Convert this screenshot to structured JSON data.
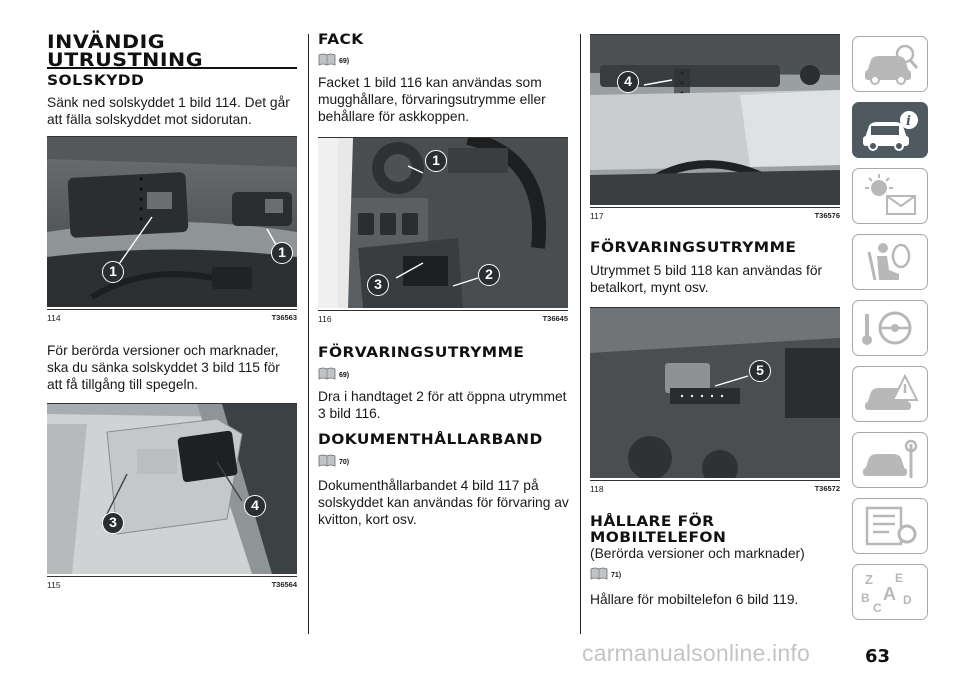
{
  "chapter_title_line1": "INVÄNDIG",
  "chapter_title_line2": "UTRUSTNING",
  "sections": {
    "solskydd": {
      "heading": "SOLSKYDD",
      "text1": "Sänk ned solskyddet 1 bild 114. Det går att fälla solskyddet mot sidorutan.",
      "text2": "För berörda versioner och marknader, ska du sänka solskyddet 3 bild 115 för att få tillgång till spegeln."
    },
    "fack": {
      "heading": "FACK",
      "ref": "69)",
      "text": "Facket 1 bild 116 kan användas som mugghållare, förvaringsutrymme eller behållare för askkoppen."
    },
    "forvaring1": {
      "heading": "FÖRVARINGSUTRYMME",
      "ref": "69)",
      "text": "Dra i handtaget 2 för att öppna utrymmet 3 bild 116."
    },
    "dokument": {
      "heading": "DOKUMENTHÅLLARBAND",
      "ref": "70)",
      "text": "Dokumenthållarbandet 4 bild 117 på solskyddet kan användas för förvaring av kvitton, kort osv."
    },
    "forvaring2": {
      "heading": "FÖRVARINGSUTRYMME",
      "text": "Utrymmet 5 bild 118 kan användas för betalkort, mynt osv."
    },
    "hallare": {
      "heading_line1": "HÅLLARE FÖR",
      "heading_line2": "MOBILTELEFON",
      "subtitle": "(Berörda versioner och marknader)",
      "ref": "71)",
      "text": "Hållare för mobiltelefon 6 bild 119."
    }
  },
  "figures": [
    {
      "number": "114",
      "code": "T36563",
      "callouts": [
        "1",
        "1"
      ]
    },
    {
      "number": "115",
      "code": "T36564",
      "callouts": [
        "3",
        "4"
      ]
    },
    {
      "number": "116",
      "code": "T36645",
      "callouts": [
        "1",
        "3",
        "2"
      ]
    },
    {
      "number": "117",
      "code": "T36576",
      "callouts": [
        "4"
      ]
    },
    {
      "number": "118",
      "code": "T36572",
      "callouts": [
        "5"
      ]
    }
  ],
  "nav_tabs": [
    {
      "icon": "car-search-icon",
      "active": false
    },
    {
      "icon": "car-info-icon",
      "active": true
    },
    {
      "icon": "warning-lights-icon",
      "active": false
    },
    {
      "icon": "airbag-seat-icon",
      "active": false
    },
    {
      "icon": "steering-wheel-key-icon",
      "active": false
    },
    {
      "icon": "car-emergency-icon",
      "active": false
    },
    {
      "icon": "car-service-icon",
      "active": false
    },
    {
      "icon": "specs-list-icon",
      "active": false
    },
    {
      "icon": "alphabetical-index-icon",
      "active": false
    }
  ],
  "page_number": "63",
  "watermark": "carmanualsonline.info",
  "colors": {
    "active_tab": "#4e5a5f",
    "tab_border": "#a8a8a8",
    "photo_dark": "#3a3d3f"
  }
}
